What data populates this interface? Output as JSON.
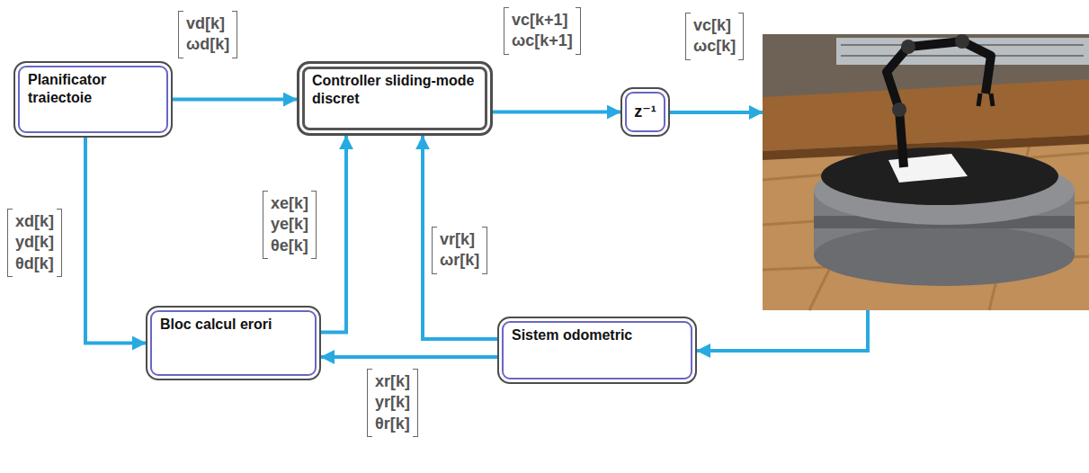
{
  "diagram": {
    "nodes": [
      {
        "text": [
          "Planificator traiectoie"
        ]
      },
      {
        "text": [
          "Controller sliding-mode discret"
        ]
      },
      {
        "text": [
          "z⁻¹"
        ]
      },
      {
        "text": [
          "Bloc calcul erori"
        ]
      },
      {
        "text": [
          "Sistem odometric"
        ]
      }
    ],
    "edges": [
      {
        "from": 0,
        "to": 1,
        "arrow": "to",
        "label": "vd[k] ωd[k]"
      },
      {
        "from": 1,
        "to": 2,
        "arrow": "to",
        "label": "vc[k+1] ωc[k+1]"
      },
      {
        "from": 0,
        "to": 3,
        "arrow": "to",
        "label": "xd[k] yd[k] θd[k]"
      },
      {
        "from": 3,
        "to": 1,
        "arrow": "to",
        "label": "xe[k] ye[k] θe[k]"
      },
      {
        "from": 4,
        "to": 1,
        "arrow": "to",
        "label": "vr[k] ωr[k]"
      },
      {
        "from": 4,
        "to": 3,
        "arrow": "to",
        "label": "xr[k] yr[k] θr[k]"
      }
    ],
    "labels": [
      "vc[k] ωc[k]"
    ]
  }
}
